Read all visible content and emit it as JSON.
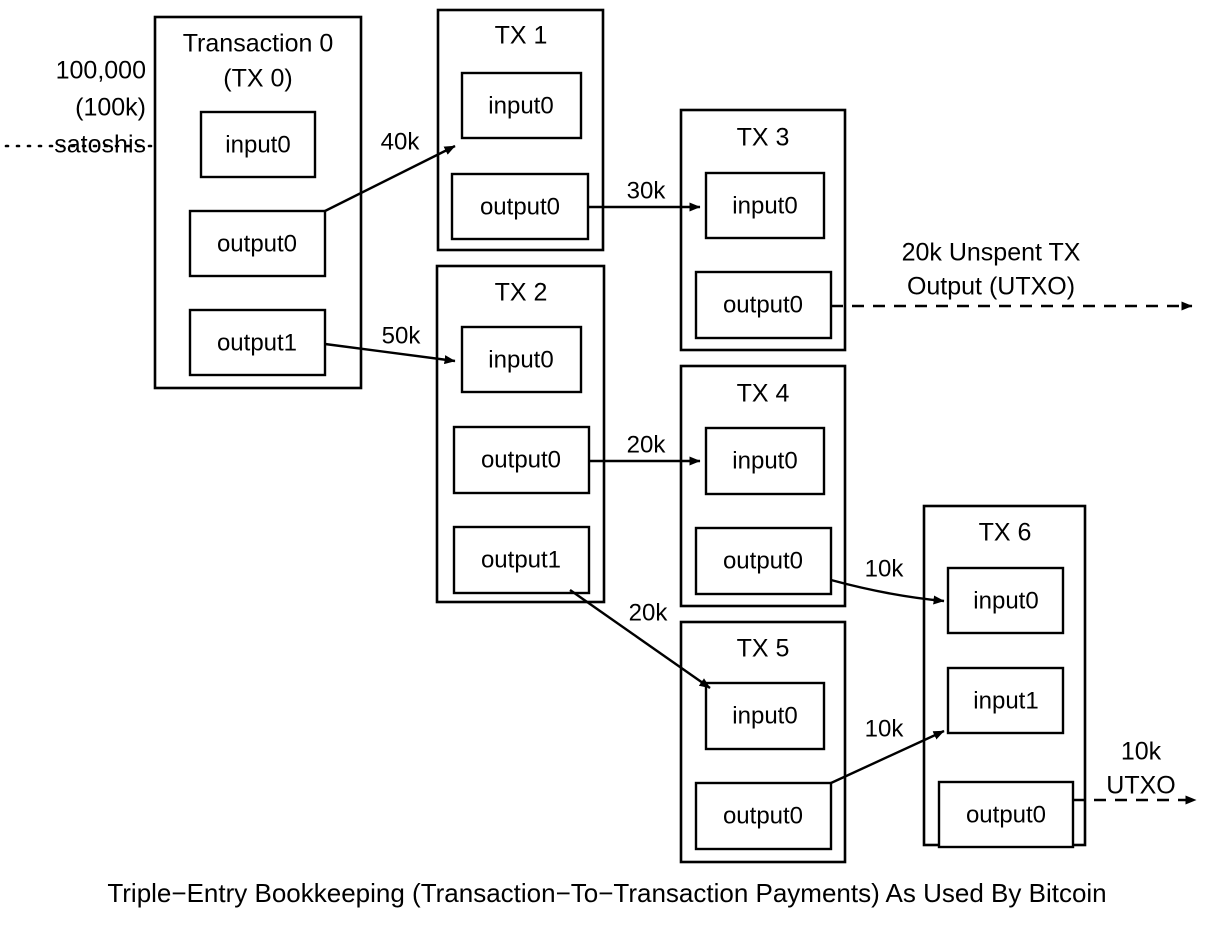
{
  "caption": "Triple−Entry Bookkeeping (Transaction−To−Transaction Payments) As Used By Bitcoin",
  "source_label": {
    "line1": "100,000",
    "line2": "(100k)",
    "line3": "satoshis"
  },
  "utxo_labels": {
    "tx3_line1": "20k Unspent TX",
    "tx3_line2": "Output (UTXO)",
    "tx6_line1": "10k",
    "tx6_line2": "UTXO"
  },
  "transactions": [
    {
      "id": "tx0",
      "title_line1": "Transaction 0",
      "title_line2": "(TX 0)",
      "inputs": [
        "input0"
      ],
      "outputs": [
        "output0",
        "output1"
      ]
    },
    {
      "id": "tx1",
      "title_line1": "TX 1",
      "title_line2": "",
      "inputs": [
        "input0"
      ],
      "outputs": [
        "output0"
      ]
    },
    {
      "id": "tx2",
      "title_line1": "TX 2",
      "title_line2": "",
      "inputs": [
        "input0"
      ],
      "outputs": [
        "output0",
        "output1"
      ]
    },
    {
      "id": "tx3",
      "title_line1": "TX 3",
      "title_line2": "",
      "inputs": [
        "input0"
      ],
      "outputs": [
        "output0"
      ]
    },
    {
      "id": "tx4",
      "title_line1": "TX 4",
      "title_line2": "",
      "inputs": [
        "input0"
      ],
      "outputs": [
        "output0"
      ]
    },
    {
      "id": "tx5",
      "title_line1": "TX 5",
      "title_line2": "",
      "inputs": [
        "input0"
      ],
      "outputs": [
        "output0"
      ]
    },
    {
      "id": "tx6",
      "title_line1": "TX 6",
      "title_line2": "",
      "inputs": [
        "input0",
        "input1"
      ],
      "outputs": [
        "output0"
      ]
    }
  ],
  "flows": [
    {
      "id": "source-to-tx0",
      "amount": "",
      "from": "external",
      "to": "tx0.input0",
      "style": "dotted"
    },
    {
      "id": "tx0out0-to-tx1in0",
      "amount": "40k",
      "from": "tx0.output0",
      "to": "tx1.input0",
      "style": "solid"
    },
    {
      "id": "tx0out1-to-tx2in0",
      "amount": "50k",
      "from": "tx0.output1",
      "to": "tx2.input0",
      "style": "solid"
    },
    {
      "id": "tx1out0-to-tx3in0",
      "amount": "30k",
      "from": "tx1.output0",
      "to": "tx3.input0",
      "style": "solid"
    },
    {
      "id": "tx2out0-to-tx4in0",
      "amount": "20k",
      "from": "tx2.output0",
      "to": "tx4.input0",
      "style": "solid"
    },
    {
      "id": "tx2out1-to-tx5in0",
      "amount": "20k",
      "from": "tx2.output1",
      "to": "tx5.input0",
      "style": "solid"
    },
    {
      "id": "tx4out0-to-tx6in0",
      "amount": "10k",
      "from": "tx4.output0",
      "to": "tx6.input0",
      "style": "solid"
    },
    {
      "id": "tx5out0-to-tx6in1",
      "amount": "10k",
      "from": "tx5.output0",
      "to": "tx6.input1",
      "style": "solid"
    },
    {
      "id": "tx3out0-utxo",
      "amount": "20k",
      "from": "tx3.output0",
      "to": "utxo",
      "style": "dashed"
    },
    {
      "id": "tx6out0-utxo",
      "amount": "10k",
      "from": "tx6.output0",
      "to": "utxo",
      "style": "dashed"
    }
  ],
  "colors": {
    "stroke": "#000000",
    "fill": "#ffffff",
    "text": "#000000"
  }
}
